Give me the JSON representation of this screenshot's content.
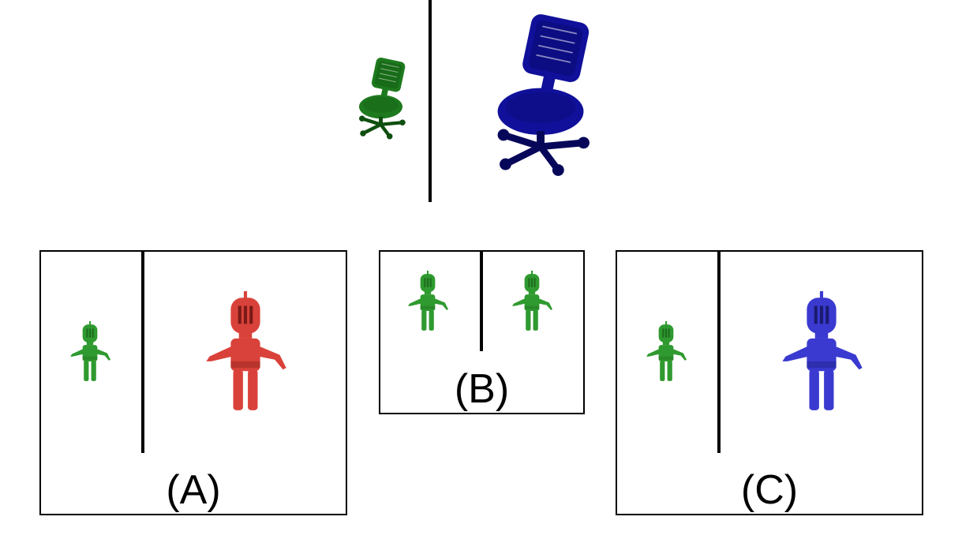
{
  "colors": {
    "small_figure": "#2f9a2f",
    "small_figure_dark": "#1f6b1f",
    "red_figure": "#d9423a",
    "red_figure_dark": "#7a1a16",
    "blue_figure": "#3a3ad0",
    "blue_figure_dark": "#1a1a70",
    "green_chair": "#1e7a1e",
    "green_chair_dark": "#0f4f0f",
    "blue_chair": "#10109a",
    "blue_chair_dark": "#07075a",
    "line": "#000000"
  },
  "icons": {
    "small_chair": "office-chair-icon",
    "large_chair": "office-chair-icon",
    "figure": "knight-figure-icon"
  },
  "panels": [
    {
      "id": "A",
      "label": "(A)"
    },
    {
      "id": "B",
      "label": "(B)"
    },
    {
      "id": "C",
      "label": "(C)"
    }
  ]
}
